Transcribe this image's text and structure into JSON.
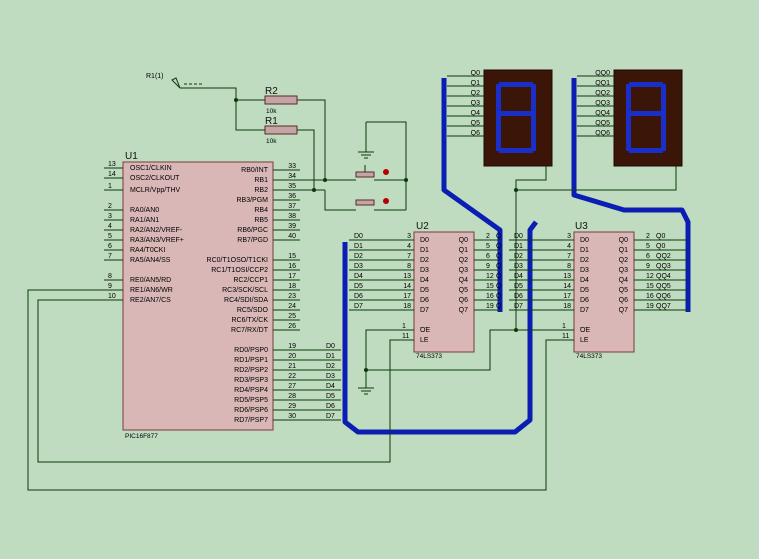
{
  "u1": {
    "ref": "U1",
    "part": "PIC16F877",
    "left_pins": [
      {
        "num": "13",
        "name": "OSC1/CLKIN"
      },
      {
        "num": "14",
        "name": "OSC2/CLKOUT"
      },
      {
        "num": "1",
        "name": "MCLR/Vpp/THV"
      },
      {
        "num": "2",
        "name": "RA0/AN0"
      },
      {
        "num": "3",
        "name": "RA1/AN1"
      },
      {
        "num": "4",
        "name": "RA2/AN2/VREF-"
      },
      {
        "num": "5",
        "name": "RA3/AN3/VREF+"
      },
      {
        "num": "6",
        "name": "RA4/T0CKI"
      },
      {
        "num": "7",
        "name": "RA5/AN4/SS"
      },
      {
        "num": "8",
        "name": "RE0/AN5/RD"
      },
      {
        "num": "9",
        "name": "RE1/AN6/WR"
      },
      {
        "num": "10",
        "name": "RE2/AN7/CS"
      }
    ],
    "right_pins": [
      {
        "num": "33",
        "name": "RB0/INT"
      },
      {
        "num": "34",
        "name": "RB1"
      },
      {
        "num": "35",
        "name": "RB2"
      },
      {
        "num": "36",
        "name": "RB3/PGM"
      },
      {
        "num": "37",
        "name": "RB4"
      },
      {
        "num": "38",
        "name": "RB5"
      },
      {
        "num": "39",
        "name": "RB6/PGC"
      },
      {
        "num": "40",
        "name": "RB7/PGD"
      },
      {
        "num": "15",
        "name": "RC0/T1OSO/T1CKI"
      },
      {
        "num": "16",
        "name": "RC1/T1OSI/CCP2"
      },
      {
        "num": "17",
        "name": "RC2/CCP1"
      },
      {
        "num": "18",
        "name": "RC3/SCK/SCL"
      },
      {
        "num": "23",
        "name": "RC4/SDI/SDA"
      },
      {
        "num": "24",
        "name": "RC5/SDO"
      },
      {
        "num": "25",
        "name": "RC6/TX/CK"
      },
      {
        "num": "26",
        "name": "RC7/RX/DT"
      },
      {
        "num": "19",
        "name": "RD0/PSP0"
      },
      {
        "num": "20",
        "name": "RD1/PSP1"
      },
      {
        "num": "21",
        "name": "RD2/PSP2"
      },
      {
        "num": "22",
        "name": "RD3/PSP3"
      },
      {
        "num": "27",
        "name": "RD4/PSP4"
      },
      {
        "num": "28",
        "name": "RD5/PSP5"
      },
      {
        "num": "29",
        "name": "RD6/PSP6"
      },
      {
        "num": "30",
        "name": "RD7/PSP7"
      }
    ],
    "portd_nets": [
      "D0",
      "D1",
      "D2",
      "D3",
      "D4",
      "D5",
      "D6",
      "D7"
    ]
  },
  "u2": {
    "ref": "U2",
    "part": "74LS373",
    "in_nets": [
      "D0",
      "D1",
      "D2",
      "D3",
      "D4",
      "D5",
      "D6",
      "D7"
    ],
    "in_pins": [
      "3",
      "4",
      "7",
      "8",
      "13",
      "14",
      "17",
      "18"
    ],
    "in_names": [
      "D0",
      "D1",
      "D2",
      "D3",
      "D4",
      "D5",
      "D6",
      "D7"
    ],
    "out_names": [
      "Q0",
      "Q1",
      "Q2",
      "Q3",
      "Q4",
      "Q5",
      "Q6",
      "Q7"
    ],
    "out_pins": [
      "2",
      "5",
      "6",
      "9",
      "12",
      "15",
      "16",
      "19"
    ],
    "out_nets": [
      "Q",
      "Q",
      "Q",
      "Q",
      "Q",
      "Q",
      "Q",
      "Q"
    ],
    "ctrl_names": [
      "OE",
      "LE"
    ],
    "ctrl_pins": [
      "1",
      "11"
    ]
  },
  "u3": {
    "ref": "U3",
    "part": "74LS373",
    "in_nets": [
      "D0",
      "D1",
      "D2",
      "D3",
      "D4",
      "D5",
      "D6",
      "D7"
    ],
    "in_pins": [
      "3",
      "4",
      "7",
      "8",
      "13",
      "14",
      "17",
      "18"
    ],
    "in_names": [
      "D0",
      "D1",
      "D2",
      "D3",
      "D4",
      "D5",
      "D6",
      "D7"
    ],
    "out_names": [
      "Q0",
      "Q1",
      "Q2",
      "Q3",
      "Q4",
      "Q5",
      "Q6",
      "Q7"
    ],
    "out_pins": [
      "2",
      "5",
      "6",
      "9",
      "12",
      "15",
      "16",
      "19"
    ],
    "out_nets": [
      "Q0",
      "Q0",
      "QQ2",
      "QQ3",
      "QQ4",
      "QQ5",
      "QQ6",
      "QQ7"
    ],
    "ctrl_names": [
      "OE",
      "LE"
    ],
    "ctrl_pins": [
      "1",
      "11"
    ]
  },
  "disp1": {
    "pins": [
      "Q0",
      "Q1",
      "Q2",
      "Q3",
      "Q4",
      "Q5",
      "Q6"
    ]
  },
  "disp2": {
    "pins": [
      "QQ0",
      "QQ1",
      "QQ2",
      "QQ3",
      "QQ4",
      "QQ5",
      "QQ6"
    ]
  },
  "r1": {
    "ref": "R1",
    "value": "10k"
  },
  "r2": {
    "ref": "R2",
    "value": "10k"
  },
  "power": {
    "label": "R1(1)"
  },
  "colors": {
    "background": "#c0dcc0",
    "bus": "#0a1eb4",
    "wire": "#0a3a0a",
    "chip_fill": "#d9b7b7",
    "display_body": "#3a1508",
    "segment": "#1a2fc8"
  }
}
